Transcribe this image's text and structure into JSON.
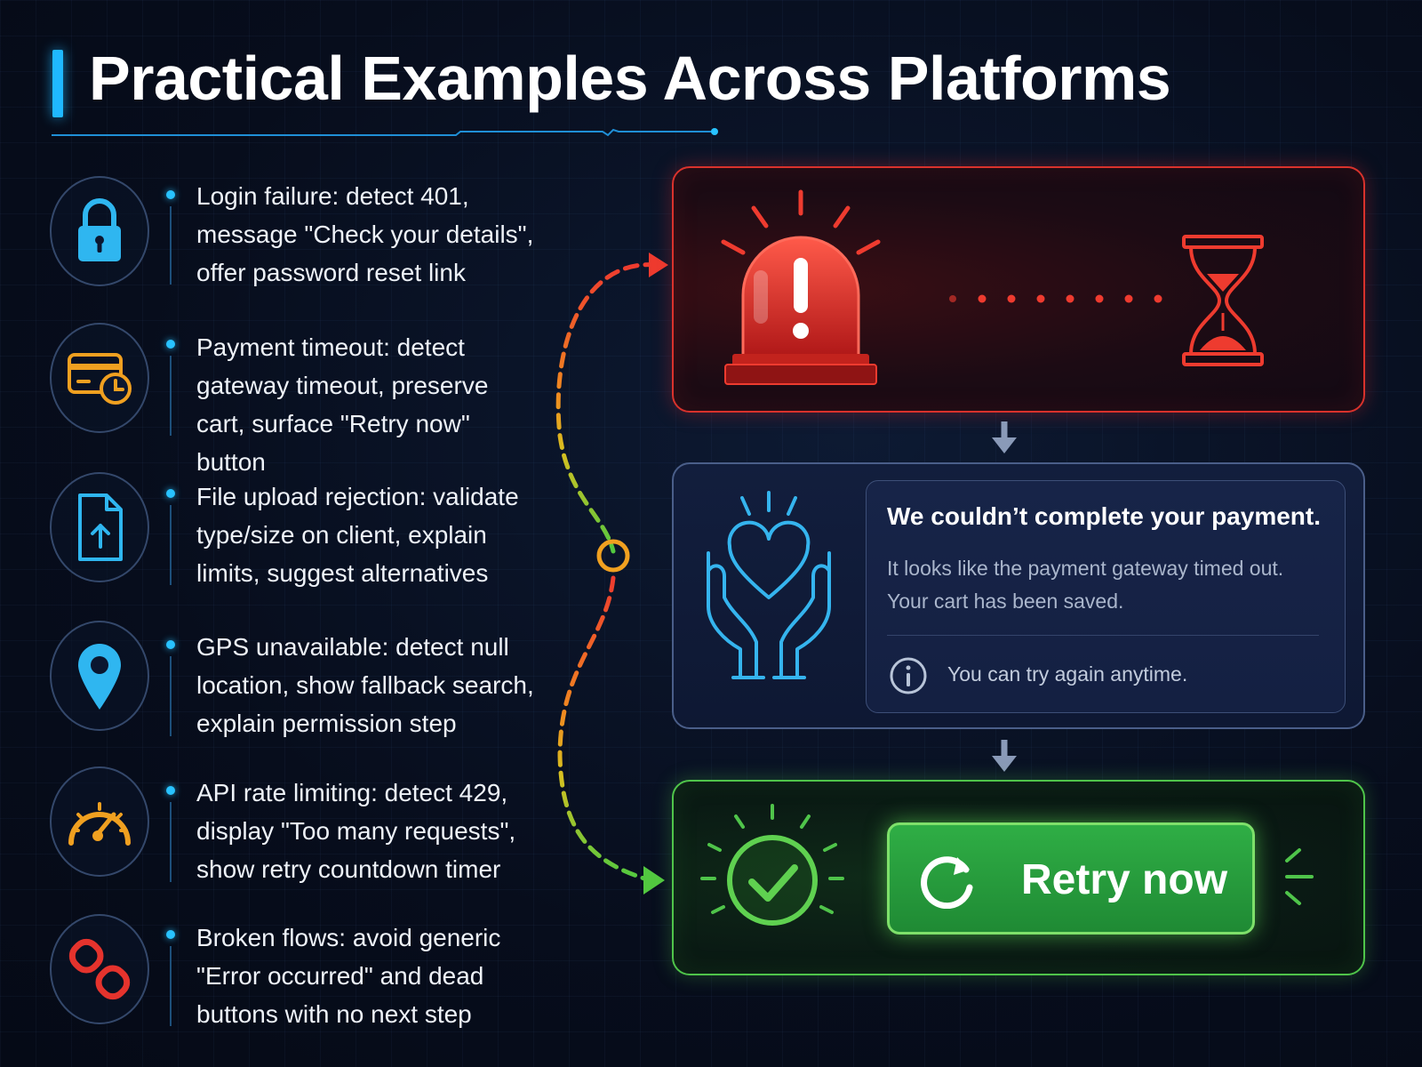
{
  "title": "Practical Examples Across Platforms",
  "items": [
    {
      "icon": "lock-icon",
      "text": "Login failure: detect 401,\nmessage \"Check your details\",\noffer password reset link"
    },
    {
      "icon": "card-clock-icon",
      "text": "Payment timeout: detect\ngateway timeout, preserve\ncart, surface \"Retry now\" button"
    },
    {
      "icon": "file-upload-icon",
      "text": "File upload rejection: validate\ntype/size on client, explain\nlimits, suggest alternatives"
    },
    {
      "icon": "map-pin-icon",
      "text": "GPS unavailable: detect null\nlocation, show fallback search,\nexplain permission step"
    },
    {
      "icon": "speedometer-icon",
      "text": "API rate limiting: detect 429,\ndisplay \"Too many requests\",\nshow retry countdown timer"
    },
    {
      "icon": "broken-link-icon",
      "text": "Broken flows: avoid generic\n\"Error occurred\" and dead\nbuttons with no next step"
    }
  ],
  "flow": {
    "alert": {
      "icons": [
        "alarm-siren-icon",
        "hourglass-icon"
      ]
    },
    "message": {
      "icon": "heart-hands-icon",
      "title": "We couldn’t complete your payment.",
      "body": "It looks like the payment gateway timed out.\n Your cart has been saved.",
      "note_icon": "info-icon",
      "note": "You can try again anytime."
    },
    "success": {
      "icon": "check-circle-icon",
      "button_icon": "refresh-icon",
      "button_label": "Retry now"
    }
  },
  "colors": {
    "accent": "#1fb8ff",
    "alert": "#e5332d",
    "success": "#4fc44a",
    "warning": "#f0a020"
  }
}
